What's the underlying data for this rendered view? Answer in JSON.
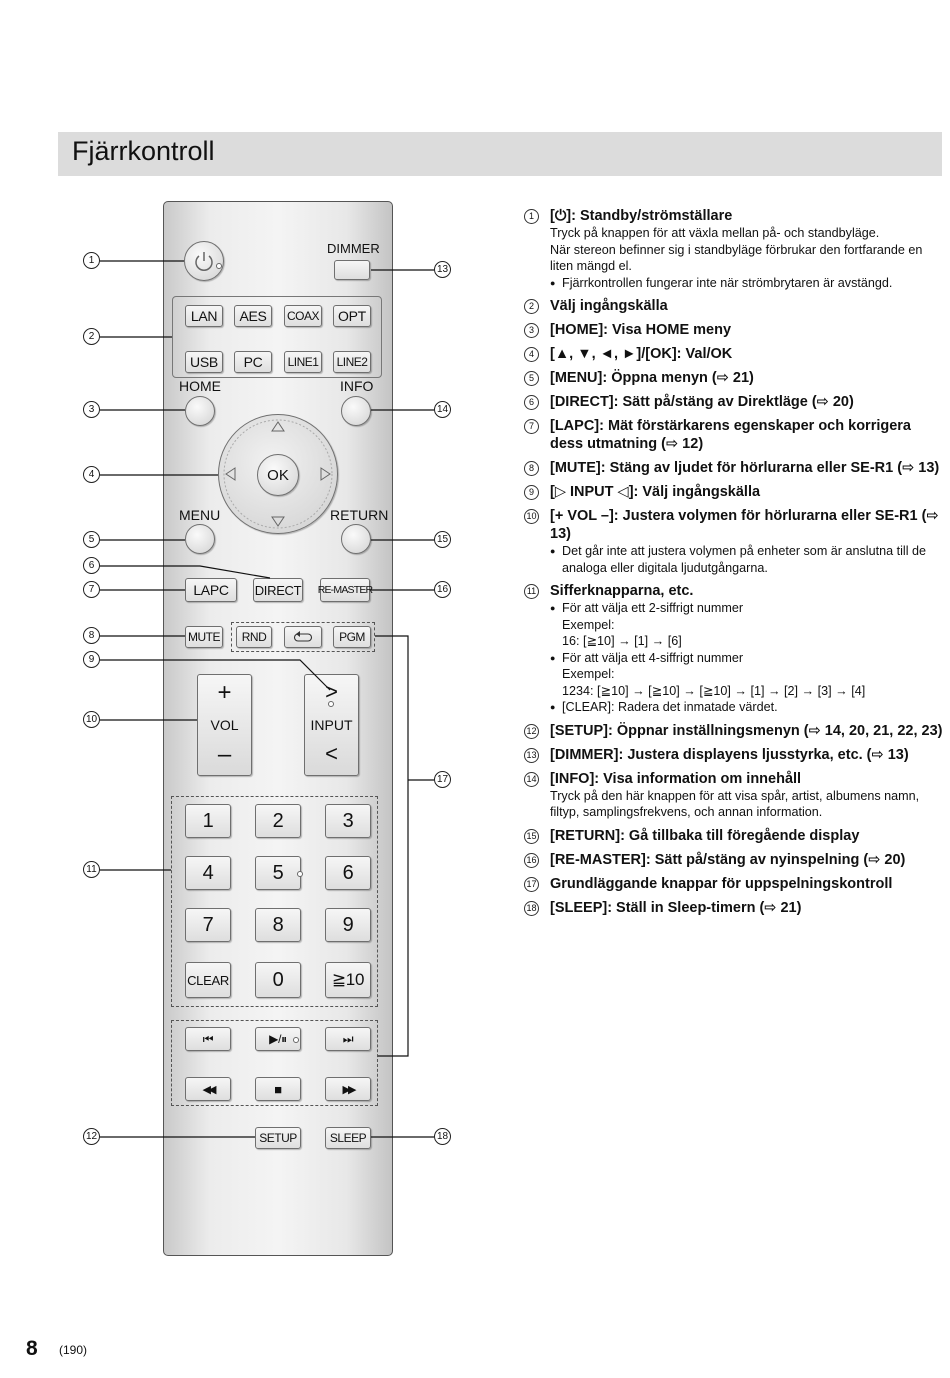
{
  "title": "Fjärrkontroll",
  "remote": {
    "dimmer": "DIMMER",
    "sources": [
      "LAN",
      "AES",
      "COAX",
      "OPT",
      "USB",
      "PC",
      "LINE1",
      "LINE2"
    ],
    "home": "HOME",
    "info": "INFO",
    "ok": "OK",
    "menu": "MENU",
    "return": "RETURN",
    "lapc": "LAPC",
    "direct": "DIRECT",
    "remaster": "RE-MASTER",
    "mute": "MUTE",
    "rnd": "RND",
    "pgm": "PGM",
    "vol_plus": "+",
    "vol": "VOL",
    "vol_minus": "–",
    "input_up": ">",
    "input": "INPUT",
    "input_down": "<",
    "numbers": [
      "1",
      "2",
      "3",
      "4",
      "5",
      "6",
      "7",
      "8",
      "9",
      "CLEAR",
      "0",
      "≧10"
    ],
    "transport": [
      "⏮",
      "▶/⏸",
      "⏭",
      "◀◀",
      "■",
      "▶▶"
    ],
    "setup": "SETUP",
    "sleep": "SLEEP"
  },
  "callouts": [
    "1",
    "2",
    "3",
    "4",
    "5",
    "6",
    "7",
    "8",
    "9",
    "10",
    "11",
    "12",
    "13",
    "14",
    "15",
    "16",
    "17",
    "18"
  ],
  "legend": [
    {
      "n": "1",
      "title": "[⏻]: Standby/strömställare",
      "lines": [
        {
          "t": "b",
          "text": "Tryck på knappen för att växla mellan på- och standbyläge."
        },
        {
          "t": "b",
          "text": "När stereon befinner sig i standbyläge förbrukar den fortfarande en liten mängd el."
        },
        {
          "t": "bul",
          "text": "Fjärrkontrollen fungerar inte när strömbrytaren är avstängd."
        }
      ]
    },
    {
      "n": "2",
      "title": "Välj ingångskälla",
      "lines": []
    },
    {
      "n": "3",
      "title": "[HOME]: Visa HOME meny",
      "lines": []
    },
    {
      "n": "4",
      "title": "[▲, ▼, ◄, ►]/[OK]: Val/OK",
      "lines": []
    },
    {
      "n": "5",
      "title": "[MENU]: Öppna menyn (⇨ 21)",
      "lines": []
    },
    {
      "n": "6",
      "title": "[DIRECT]: Sätt på/stäng av Direktläge (⇨ 20)",
      "lines": []
    },
    {
      "n": "7",
      "title": "[LAPC]: Mät förstärkarens egenskaper och korrigera dess utmatning (⇨ 12)",
      "lines": []
    },
    {
      "n": "8",
      "title": "[MUTE]: Stäng av ljudet för hörlurarna eller SE-R1 (⇨ 13)",
      "lines": []
    },
    {
      "n": "9",
      "title": "[▷ INPUT ◁]: Välj ingångskälla",
      "lines": []
    },
    {
      "n": "10",
      "title": "[+ VOL –]: Justera volymen för hörlurarna eller SE-R1 (⇨ 13)",
      "lines": [
        {
          "t": "bul",
          "text": "Det går inte att justera volymen på enheter som är anslutna till de analoga eller digitala ljudutgångarna."
        }
      ]
    },
    {
      "n": "11",
      "title": "Sifferknapparna, etc.",
      "lines": [
        {
          "t": "bul",
          "text": "För att välja ett 2-siffrigt nummer"
        },
        {
          "t": "ind",
          "text": "Exempel:"
        },
        {
          "t": "ind",
          "text": "16: [≧10] → [1] → [6]"
        },
        {
          "t": "bul",
          "text": "För att välja ett 4-siffrigt nummer"
        },
        {
          "t": "ind",
          "text": "Exempel:"
        },
        {
          "t": "ind",
          "text": "1234: [≧10] → [≧10] → [≧10] → [1] → [2] → [3] → [4]"
        },
        {
          "t": "bul",
          "text": "[CLEAR]: Radera det inmatade värdet."
        }
      ]
    },
    {
      "n": "12",
      "title": "[SETUP]: Öppnar inställningsmenyn (⇨ 14, 20, 21, 22, 23)",
      "lines": []
    },
    {
      "n": "13",
      "title": "[DIMMER]: Justera displayens ljusstyrka, etc. (⇨ 13)",
      "lines": []
    },
    {
      "n": "14",
      "title": "[INFO]: Visa information om innehåll",
      "lines": [
        {
          "t": "b",
          "text": "Tryck på den här knappen för att visa spår, artist, albumens namn, filtyp, samplingsfrekvens, och annan information."
        }
      ]
    },
    {
      "n": "15",
      "title": "[RETURN]: Gå tillbaka till föregående display",
      "lines": []
    },
    {
      "n": "16",
      "title": "[RE-MASTER]: Sätt på/stäng av nyinspelning (⇨ 20)",
      "lines": []
    },
    {
      "n": "17",
      "title": "Grundläggande knappar för uppspelningskontroll",
      "lines": []
    },
    {
      "n": "18",
      "title": "[SLEEP]: Ställ in Sleep-timern (⇨ 21)",
      "lines": []
    }
  ],
  "page": {
    "number": "8",
    "sub": "(190)"
  }
}
